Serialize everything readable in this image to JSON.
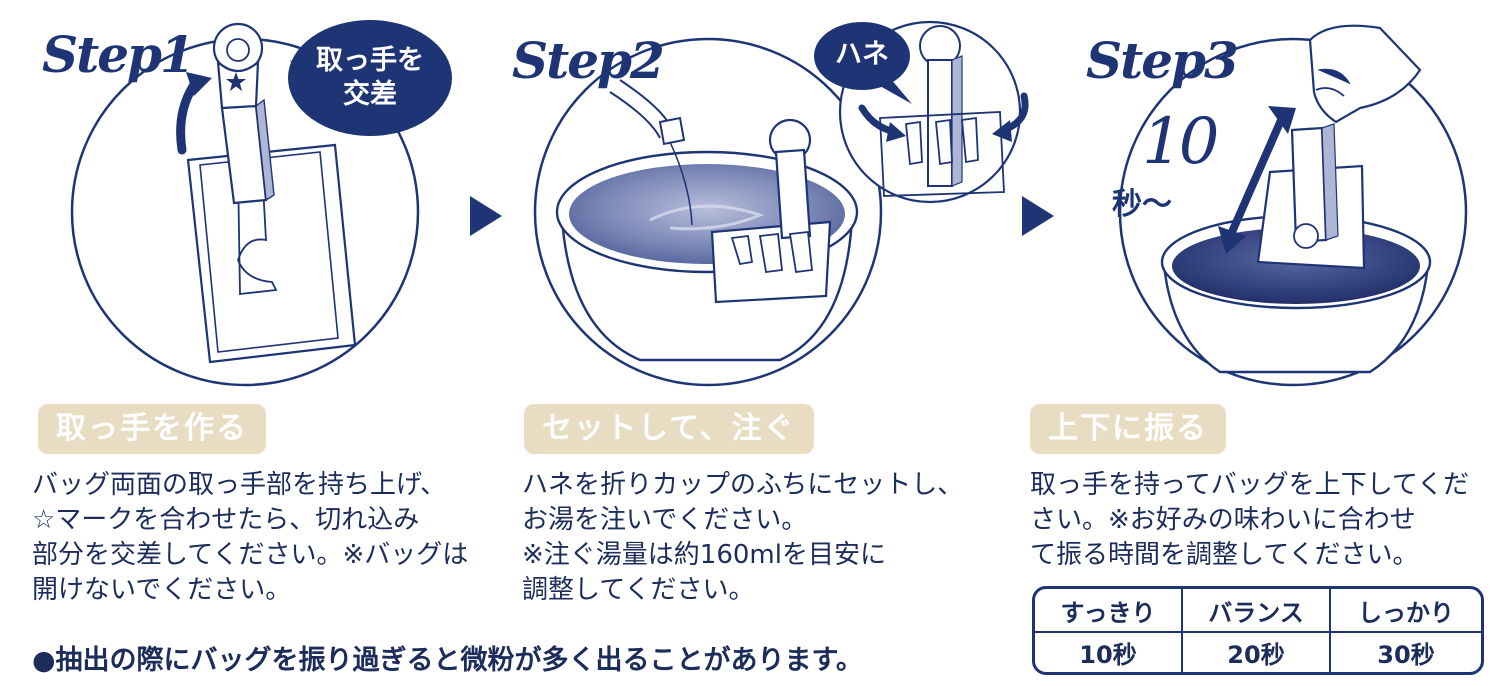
{
  "steps": [
    {
      "label": "Step1",
      "bubble": "取っ手を交差",
      "bubble_lines": [
        "取っ手を",
        "交差"
      ],
      "heading": "取っ手を作る",
      "desc_lines": [
        "バッグ両面の取っ手部を持ち上げ、",
        "☆マークを合わせたら、切れ込み",
        "部分を交差してください。※バッグは",
        "開けないでください。"
      ]
    },
    {
      "label": "Step2",
      "bubble": "ハネ",
      "heading": "セットして、注ぐ",
      "desc_lines": [
        "ハネを折りカップのふちにセットし、",
        "お湯を注いでください。",
        "※注ぐ湯量は約160mlを目安に",
        "調整してください。"
      ]
    },
    {
      "label": "Step3",
      "time_number": "10",
      "time_unit": "秒～",
      "heading": "上下に振る",
      "desc_lines": [
        "取っ手を持ってバッグを上下してくだ",
        "さい。※お好みの味わいに合わせ",
        "て振る時間を調整してください。"
      ]
    }
  ],
  "timing_table": {
    "headers": [
      "すっきり",
      "バランス",
      "しっかり"
    ],
    "values": [
      "10秒",
      "20秒",
      "30秒"
    ]
  },
  "footnote": "●抽出の際にバッグを振り過ぎると微粉が多く出ることがあります。",
  "colors": {
    "navy": "#1f3474",
    "beige": "#e8dcc3",
    "coffee_light": "#7e8ab8",
    "coffee_dark": "#2f3e7a"
  },
  "icons": [
    "arrow-right-icon",
    "arrow-right-icon"
  ]
}
